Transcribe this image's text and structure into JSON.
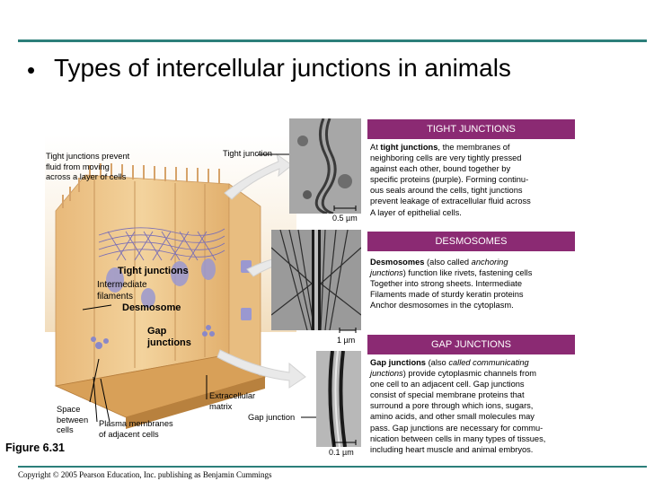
{
  "slide": {
    "bullet": "•",
    "title": "Types of intercellular junctions in animals"
  },
  "figure_label": "Figure 6.31",
  "copyright": "Copyright © 2005 Pearson Education, Inc. publishing as Benjamin Cummings",
  "illustration": {
    "labels": {
      "tight_prevent": [
        "Tight junctions prevent",
        "fluid from moving",
        "across a layer of cells"
      ],
      "tight_junction_arrow": "Tight junction",
      "tight_junctions": "Tight junctions",
      "intermediate": [
        "Intermediate",
        "filaments"
      ],
      "desmosome": "Desmosome",
      "gap": [
        "Gap",
        "junctions"
      ],
      "space": [
        "Space",
        "between",
        "cells"
      ],
      "plasma": [
        "Plasma membranes",
        "of adjacent cells"
      ],
      "ecm": [
        "Extracellular",
        "matrix"
      ],
      "gap_junction_arrow": "Gap junction"
    }
  },
  "micrographs": {
    "scale_1": "0.5 µm",
    "scale_2": "1 µm",
    "scale_3": "0.1 µm"
  },
  "panels": [
    {
      "header": "TIGHT JUNCTIONS",
      "lines": [
        {
          "pre": "At ",
          "bold": "tight junctions",
          "post": ", the membranes of"
        },
        {
          "text": "neighboring cells are very tightly pressed"
        },
        {
          "text": "against each other, bound together by"
        },
        {
          "text": "specific proteins (purple). Forming continu-"
        },
        {
          "text": "ous seals around the cells, tight junctions"
        },
        {
          "text": "prevent leakage of extracellular fluid across"
        },
        {
          "text": "A layer of epithelial cells."
        }
      ]
    },
    {
      "header": "DESMOSOMES",
      "lines": [
        {
          "bold": "Desmosomes",
          "post": " (also called ",
          "italic": "anchoring"
        },
        {
          "italic": "junctions",
          "post": ") function like rivets, fastening cells"
        },
        {
          "text": "Together into strong sheets. Intermediate"
        },
        {
          "text": "Filaments made of sturdy keratin proteins"
        },
        {
          "text": "Anchor desmosomes in the cytoplasm."
        }
      ]
    },
    {
      "header": "GAP JUNCTIONS",
      "lines": [
        {
          "bold": "Gap junctions",
          "post": " (also ",
          "italic": "called communicating"
        },
        {
          "italic": "junctions",
          "post": ") provide cytoplasmic channels from"
        },
        {
          "text": "one cell to an adjacent cell. Gap junctions"
        },
        {
          "text": "consist of special membrane proteins that"
        },
        {
          "text": "surround a pore through which ions, sugars,"
        },
        {
          "text": "amino acids, and other small molecules may"
        },
        {
          "text": "pass. Gap junctions are necessary for commu-"
        },
        {
          "text": "nication between cells in many types of tissues,"
        },
        {
          "text": "including heart muscle and animal embryos."
        }
      ]
    }
  ],
  "colors": {
    "header_bg": "#8b2a73",
    "rule": "#2c7f7a",
    "cell": "#f0c98a",
    "cell_dark": "#d9a464",
    "junction_purple": "#8a88c8"
  }
}
